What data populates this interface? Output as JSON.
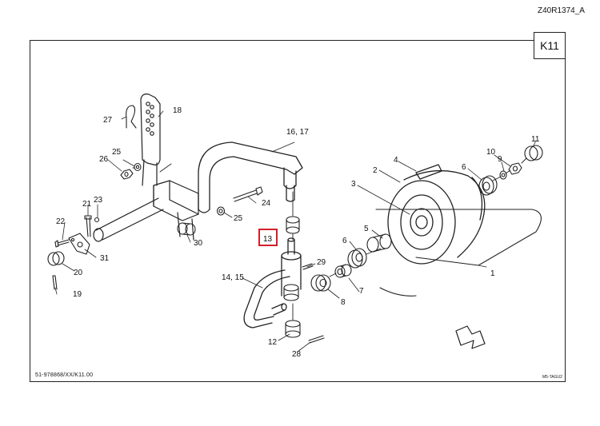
{
  "header": {
    "doc_id": "Z40R1374_A"
  },
  "sheet": {
    "label": "K11"
  },
  "footer": {
    "left": "51-978868/XX/K11.00",
    "right": "M5-TAGU2"
  },
  "highlight": {
    "label": "13"
  },
  "callouts": [
    {
      "id": "1",
      "text": "1"
    },
    {
      "id": "2",
      "text": "2"
    },
    {
      "id": "3",
      "text": "3"
    },
    {
      "id": "4",
      "text": "4"
    },
    {
      "id": "5",
      "text": "5"
    },
    {
      "id": "6a",
      "text": "6"
    },
    {
      "id": "6b",
      "text": "6"
    },
    {
      "id": "7",
      "text": "7"
    },
    {
      "id": "8",
      "text": "8"
    },
    {
      "id": "9",
      "text": "9"
    },
    {
      "id": "10",
      "text": "10"
    },
    {
      "id": "11",
      "text": "11"
    },
    {
      "id": "12",
      "text": "12"
    },
    {
      "id": "14-15",
      "text": "14, 15"
    },
    {
      "id": "16-17",
      "text": "16, 17"
    },
    {
      "id": "18",
      "text": "18"
    },
    {
      "id": "19",
      "text": "19"
    },
    {
      "id": "20",
      "text": "20"
    },
    {
      "id": "21",
      "text": "21"
    },
    {
      "id": "22",
      "text": "22"
    },
    {
      "id": "23",
      "text": "23"
    },
    {
      "id": "24",
      "text": "24"
    },
    {
      "id": "25a",
      "text": "25"
    },
    {
      "id": "25b",
      "text": "25"
    },
    {
      "id": "26",
      "text": "26"
    },
    {
      "id": "27",
      "text": "27"
    },
    {
      "id": "28",
      "text": "28"
    },
    {
      "id": "29",
      "text": "29"
    },
    {
      "id": "30",
      "text": "30"
    },
    {
      "id": "31",
      "text": "31"
    }
  ]
}
